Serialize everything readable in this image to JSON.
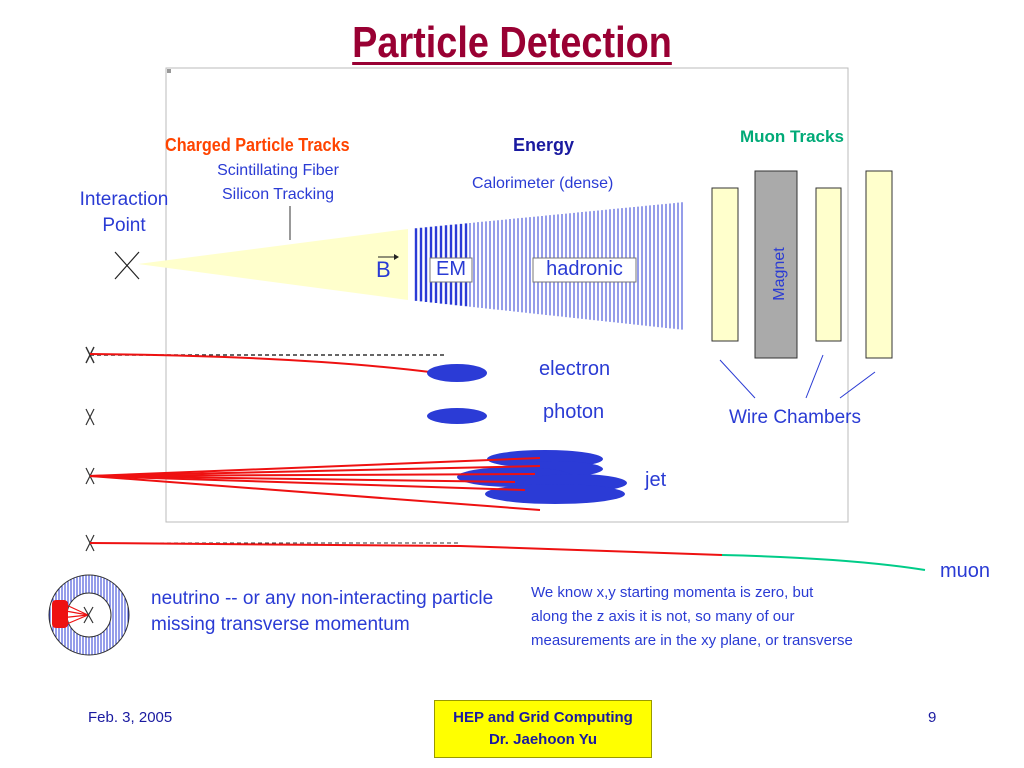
{
  "slide": {
    "title": "Particle Detection",
    "labels": {
      "charged_particle_tracks": "Charged Particle Tracks",
      "scintillating_fiber": "Scintillating Fiber",
      "silicon_tracking": "Silicon Tracking",
      "energy": "Energy",
      "calorimeter": "Calorimeter (dense)",
      "muon_tracks": "Muon Tracks",
      "interaction": "Interaction",
      "point": "Point",
      "b_field": "B",
      "em": "EM",
      "hadronic": "hadronic",
      "magnet": "Magnet",
      "electron": "electron",
      "photon": "photon",
      "jet": "jet",
      "wire_chambers": "Wire Chambers",
      "muon": "muon",
      "neutrino_line1": "neutrino -- or any non-interacting particle",
      "neutrino_line2": "missing transverse momentum",
      "note_line1": "We know x,y starting momenta is zero, but",
      "note_line2": "along the z axis it is not, so many of our",
      "note_line3": "measurements are in the xy plane, or transverse"
    },
    "colors": {
      "title": "#990033",
      "charged": "#ff4400",
      "energy": "#1a1aa0",
      "muon_tracks": "#00aa77",
      "blue_text": "#2a3bd4",
      "track_red": "#ee1111",
      "muon_green": "#00cc88",
      "deposit_blue": "#2b3bd6",
      "pale_yellow": "#ffffcc",
      "magnet_gray": "#aaaaaa"
    },
    "footer": {
      "date": "Feb. 3, 2005",
      "course_line1": "HEP and Grid Computing",
      "course_line2": "Dr. Jaehoon Yu",
      "page_number": "9"
    }
  }
}
